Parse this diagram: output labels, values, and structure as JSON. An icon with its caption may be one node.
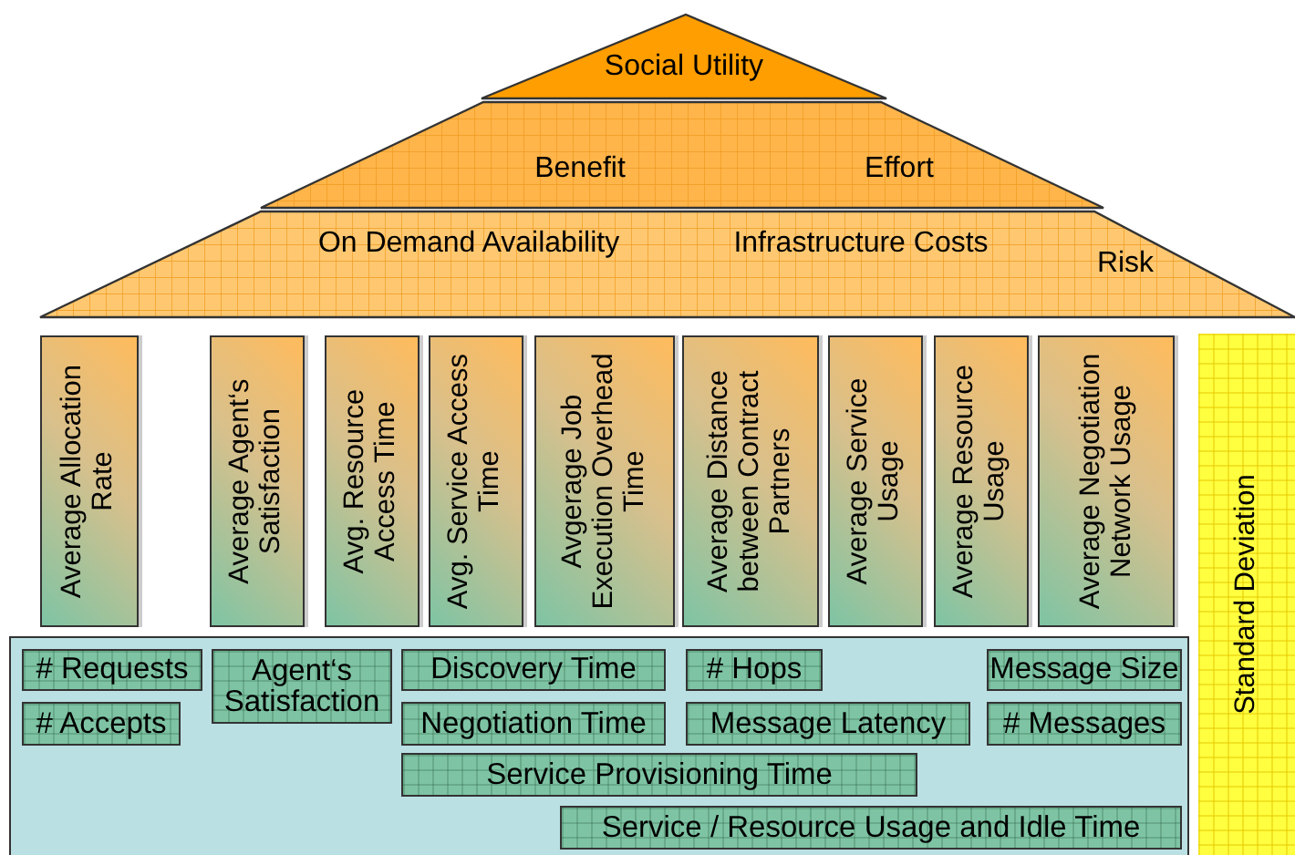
{
  "diagram": {
    "nodes": [
      {
        "text": [
          "Social Utility"
        ]
      },
      {
        "text": [
          "Benefit",
          "Effort"
        ]
      },
      {
        "text": [
          "On Demand Availability",
          "Infrastructure Costs",
          "Risk"
        ]
      },
      {
        "text": [
          "Average Allocation Rate"
        ]
      },
      {
        "text": [
          "Average Agent‘s Satisfaction"
        ]
      },
      {
        "text": [
          "Avg. Resource Access Time"
        ]
      },
      {
        "text": [
          "Avg. Service Access Time"
        ]
      },
      {
        "text": [
          "Avgerage Job Execution Overhead Time"
        ]
      },
      {
        "text": [
          "Average Distance between Contract Partners"
        ]
      },
      {
        "text": [
          "Average Service Usage"
        ]
      },
      {
        "text": [
          "Average Resource Usage"
        ]
      },
      {
        "text": [
          "Average Negotiation Network Usage"
        ]
      },
      {
        "text": [
          "Standard Deviation"
        ]
      },
      {
        "text": [],
        "shape": "box"
      },
      {
        "text": [
          "# Requests"
        ],
        "in": 13
      },
      {
        "text": [
          "Agent‘s Satisfaction"
        ],
        "in": 13
      },
      {
        "text": [
          "Discovery Time"
        ],
        "in": 13
      },
      {
        "text": [
          "# Hops"
        ],
        "in": 13
      },
      {
        "text": [
          "Message Size"
        ],
        "in": 13
      },
      {
        "text": [
          "# Accepts"
        ],
        "in": 13
      },
      {
        "text": [
          "Negotiation Time"
        ],
        "in": 13
      },
      {
        "text": [
          "Message Latency"
        ],
        "in": 13
      },
      {
        "text": [
          "# Messages"
        ],
        "in": 13
      },
      {
        "text": [
          "Service Provisioning Time"
        ],
        "in": 13
      },
      {
        "text": [
          "Service / Resource Usage and Idle Time"
        ],
        "in": 13
      }
    ],
    "edges": []
  }
}
